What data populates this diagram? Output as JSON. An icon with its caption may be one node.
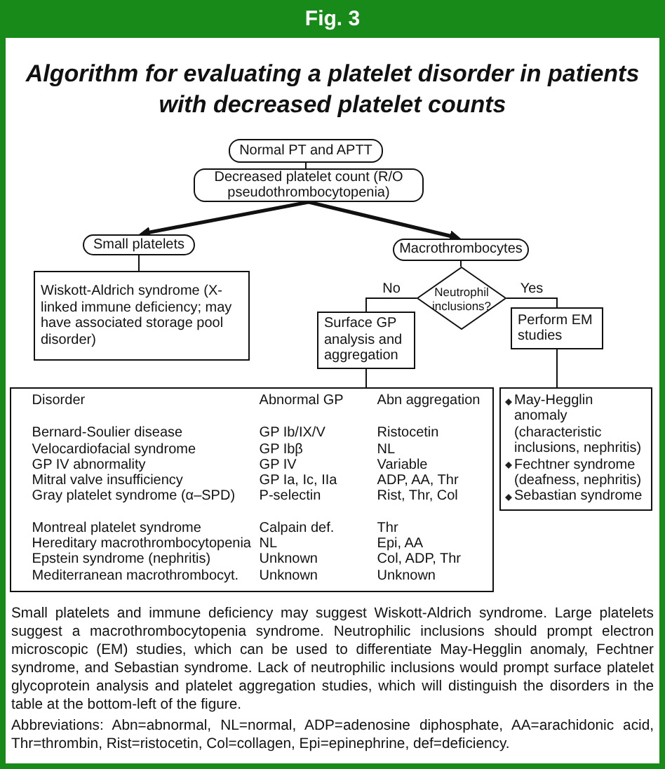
{
  "diagram": {
    "title": "Algorithm for evaluating a platelet disorder in patients with decreased platelet counts",
    "caption": "Small platelets and immune deficiency may suggest Wiskott-Aldrich syndrome. Large platelets suggest a macrothrombocytopenia syndrome. Neutrophilic inclusions should prompt electron microscopic (EM) studies, which can be used to differentiate May-Hegglin anomaly, Fechtner syndrome, and Sebastian syndrome. Lack of neutrophilic inclusions would prompt surface platelet glycoprotein analysis and platelet aggregation studies, which will distinguish the disorders in the table at the bottom-left of the figure.",
    "nodes": [
      {
        "text": [
          "Normal PT and APTT"
        ]
      },
      {
        "text": [
          "Decreased platelet count (R/O pseudothrombocytopenia)"
        ]
      },
      {
        "text": [
          "Small platelets"
        ]
      },
      {
        "text": [
          "Macrothrombocytes"
        ]
      },
      {
        "text": [
          "Wiskott-Aldrich syndrome (X-linked immune deficiency; may have associated storage pool disorder)"
        ]
      },
      {
        "text": [
          "Neutrophil inclusions?"
        ]
      },
      {
        "text": [
          "Surface GP analysis and aggregation"
        ]
      },
      {
        "text": [
          "Perform EM studies"
        ]
      },
      {
        "text": [
          "Disorder",
          "Abnormal GP",
          "Abn aggregation",
          "Bernard-Soulier disease",
          "GP Ib/IX/V",
          "Ristocetin",
          "Velocardiofacial syndrome",
          "GP Ibβ",
          "NL",
          "GP IV abnormality",
          "GP IV",
          "Variable",
          "Mitral valve insufficiency",
          "GP Ia, Ic, IIa",
          "ADP, AA, Thr",
          "Gray platelet syndrome (α–SPD)",
          "P-selectin",
          "Rist, Thr, Col",
          "Montreal platelet syndrome",
          "Calpain def.",
          "Thr",
          "Hereditary macrothrombocytopenia",
          "NL",
          "Epi, AA",
          "Epstein syndrome (nephritis)",
          "Unknown",
          "Col, ADP, Thr",
          "Mediterranean macrothrombocyt.",
          "Unknown",
          "Unknown"
        ]
      },
      {
        "text": [
          "May-Hegglin anomaly (characteristic inclusions, nephritis)",
          "Fechtner syndrome (deafness, nephritis)",
          "Sebastian syndrome"
        ]
      }
    ],
    "edges": [
      {
        "from": 0,
        "to": 1,
        "arrow": "none"
      },
      {
        "from": 1,
        "to": 2,
        "arrow": "to",
        "style": "thick"
      },
      {
        "from": 1,
        "to": 3,
        "arrow": "to",
        "style": "thick"
      },
      {
        "from": 2,
        "to": 4,
        "arrow": "none"
      },
      {
        "from": 3,
        "to": 5,
        "arrow": "none"
      },
      {
        "from": 5,
        "to": 6,
        "arrow": "none",
        "label": "No"
      },
      {
        "from": 5,
        "to": 7,
        "arrow": "none",
        "label": "Yes"
      },
      {
        "from": 6,
        "to": 8,
        "arrow": "none"
      },
      {
        "from": 7,
        "to": 9,
        "arrow": "none"
      }
    ],
    "labels": [
      "Fig. 3",
      "Abbreviations: Abn=abnormal, NL=normal, ADP=adenosine diphosphate, AA=arachidonic acid, Thr=thrombin, Rist=ristocetin, Col=collagen, Epi=epinephrine, def=deficiency."
    ]
  }
}
